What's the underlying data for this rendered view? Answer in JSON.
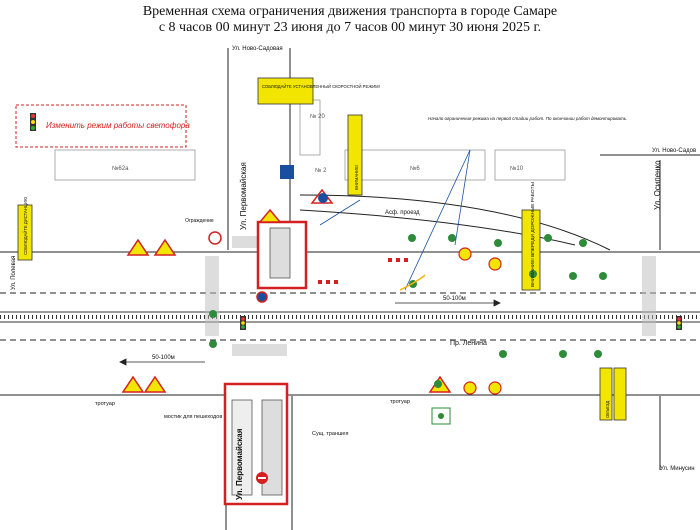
{
  "title": {
    "line1": "Временная схема ограничения движения транспорта в городе Самаре",
    "line2": "с 8 часов 00 минут 23 июня до 7 часов 00 минут 30 июня 2025 г."
  },
  "legend": {
    "label": "Изменить режим работы светофора",
    "accent": "#d42020"
  },
  "streets": {
    "novo_sadovaya_top": "Ул. Ново-Садовая",
    "novo_sadovaya_right": "Ул. Ново-Садов",
    "pervomayskaya_north": "Ул. Первомайская",
    "pervomayskaya_south": "Ул. Первомайская",
    "osipenko": "Ул. Осипенко",
    "polevaya": "Ул. Полевая",
    "lenina": "Пр. Ленина",
    "minusinskaya": "Ул. Минусин",
    "asf_proezd": "Асф. проезд"
  },
  "buildings": {
    "b1": "№62а",
    "b2": "№6",
    "b3": "№10",
    "b4": "№ 2",
    "b5": "№ 20"
  },
  "signs": {
    "speed_notice": "СОБЛЮДАЙТЕ УСТАНОВЛЕННЫЙ СКОРОСТНОЙ РЕЖИМ!",
    "attention_left": "СОБЛЮДАЙТЕ ДИСТАНЦИЮ",
    "attention_mid": "ВНИМАНИЕ!",
    "road_works": "ВНИМАНИЕ! ВПЕРЕДИ ДОРОЖНЫЕ РАБОТЫ",
    "detour_right": "ОБЪЕЗД",
    "note": "Начало ограничения режима на первой стадии работ. По окончании работ демонтировать."
  },
  "labels": {
    "distance_right": "50-100м",
    "distance_left": "50-100м",
    "sidewalk_left": "тротуар",
    "sidewalk_mid": "тротуар",
    "pedestrian_bridge": "мостик для пешеходов",
    "trench": "Сущ. траншея",
    "barrier": "Ограждение"
  },
  "colors": {
    "road_line": "#222222",
    "sign_yellow": "#f2e600",
    "warning_red": "#d42020",
    "tram_track": "#333333",
    "work_zone": "#d42020",
    "info_blue": "#1a4fa0",
    "tree": "#2e8b3a"
  }
}
